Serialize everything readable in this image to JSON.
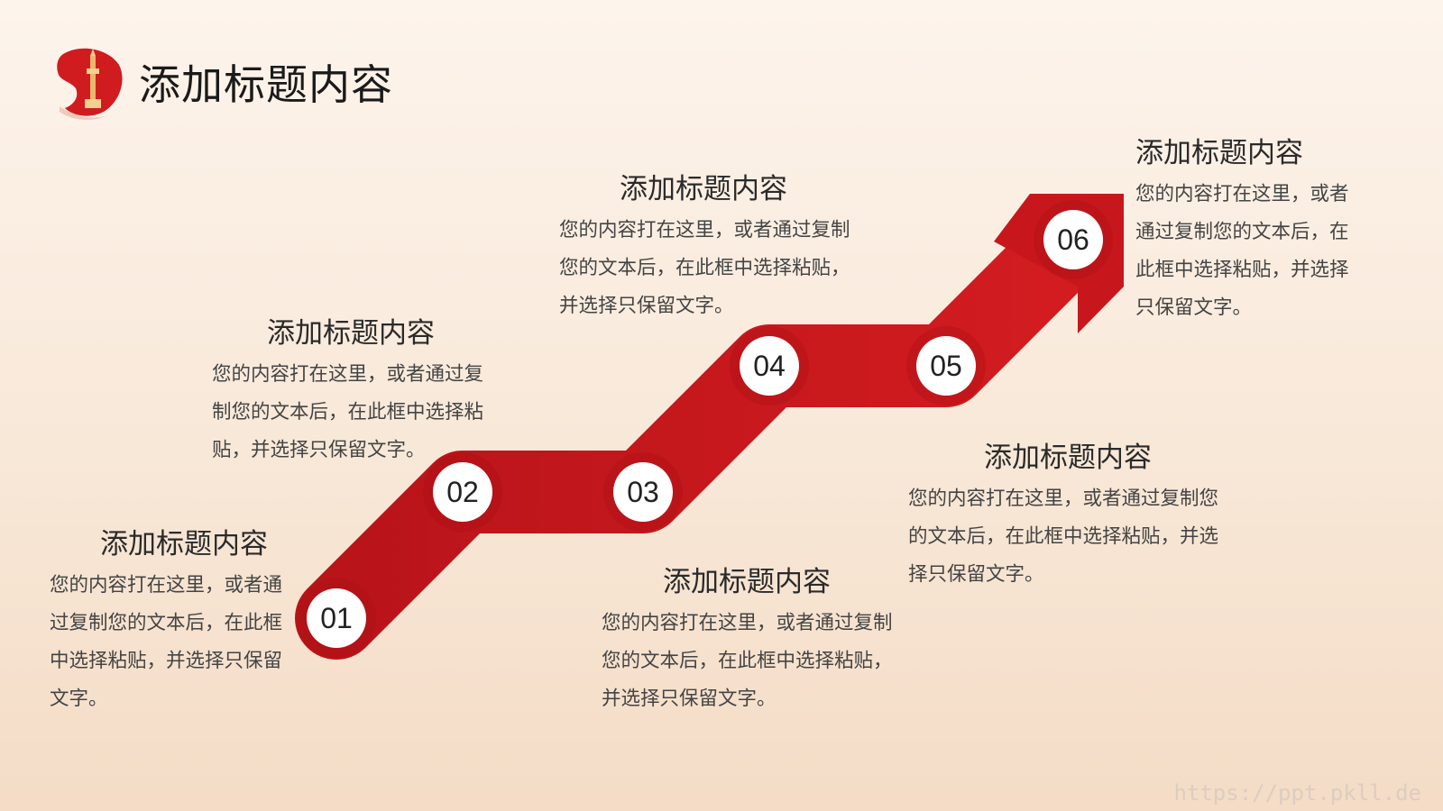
{
  "page": {
    "title": "添加标题内容",
    "watermark": "https://ppt.pkll.de"
  },
  "colors": {
    "accent": "#c8171c",
    "accent_dark": "#a80f14",
    "circle": "#ffffff"
  },
  "icons": {
    "logo": "red-flag-monument-icon"
  },
  "steps": [
    {
      "number": "01",
      "heading": "添加标题内容",
      "text": "您的内容打在这里，或者通过复制您的文本后，在此框中选择粘贴，并选择只保留文字。"
    },
    {
      "number": "02",
      "heading": "添加标题内容",
      "text": "您的内容打在这里，或者通过复制您的文本后，在此框中选择粘贴，并选择只保留文字。"
    },
    {
      "number": "03",
      "heading": "添加标题内容",
      "text": "您的内容打在这里，或者通过复制您的文本后，在此框中选择粘贴，并选择只保留文字。"
    },
    {
      "number": "04",
      "heading": "添加标题内容",
      "text": "您的内容打在这里，或者通过复制您的文本后，在此框中选择粘贴，并选择只保留文字。"
    },
    {
      "number": "05",
      "heading": "添加标题内容",
      "text": "您的内容打在这里，或者通过复制您的文本后，在此框中选择粘贴，并选择只保留文字。"
    },
    {
      "number": "06",
      "heading": "添加标题内容",
      "text": "您的内容打在这里，或者通过复制您的文本后，在此框中选择粘贴，并选择只保留文字。"
    }
  ]
}
